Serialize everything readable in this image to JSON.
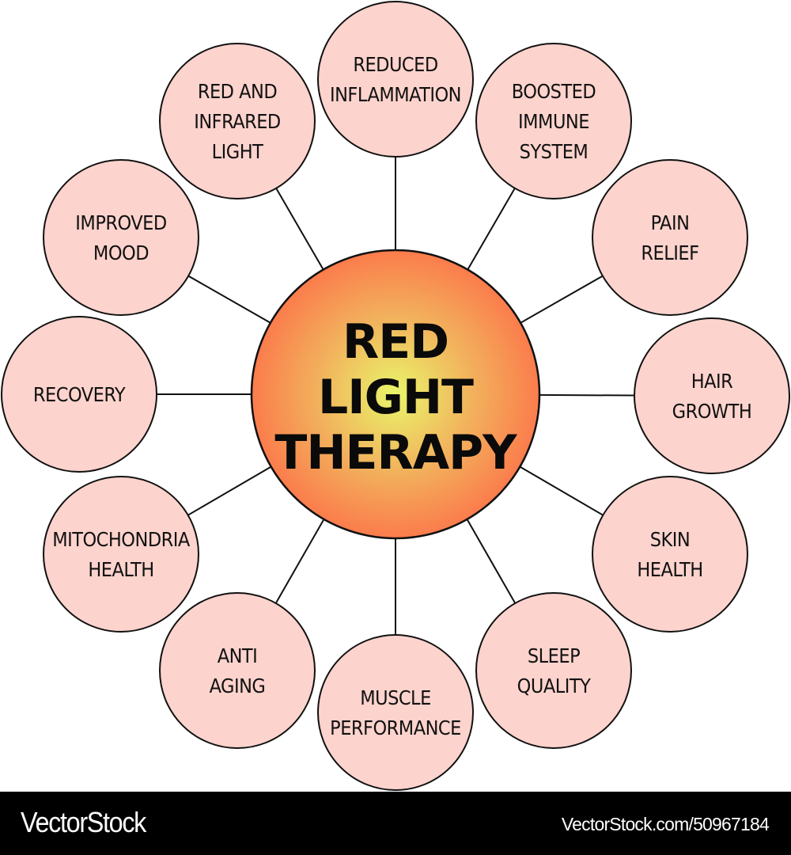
{
  "center": {
    "lines": [
      "RED",
      "LIGHT",
      "THERAPY"
    ],
    "colors": {
      "inner": "#e9f56a",
      "outer": "#fb7c4c"
    }
  },
  "node_fill": "#fdd3cd",
  "nodes": [
    {
      "lines": [
        "REDUCED",
        "INFLAMMATION"
      ]
    },
    {
      "lines": [
        "BOOSTED",
        "IMMUNE",
        "SYSTEM"
      ]
    },
    {
      "lines": [
        "PAIN",
        "RELIEF"
      ]
    },
    {
      "lines": [
        "HAIR",
        "GROWTH"
      ]
    },
    {
      "lines": [
        "SKIN",
        "HEALTH"
      ]
    },
    {
      "lines": [
        "SLEEP",
        "QUALITY"
      ]
    },
    {
      "lines": [
        "MUSCLE",
        "PERFORMANCE"
      ]
    },
    {
      "lines": [
        "ANTI",
        "AGING"
      ]
    },
    {
      "lines": [
        "MITOCHONDRIA",
        "HEALTH"
      ]
    },
    {
      "lines": [
        "RECOVERY"
      ]
    },
    {
      "lines": [
        "IMPROVED",
        "MOOD"
      ]
    },
    {
      "lines": [
        "RED AND",
        "INFRARED",
        "LIGHT"
      ]
    }
  ],
  "footer": {
    "brand": "VectorStock",
    "stock_id": "VectorStock.com/50967184"
  }
}
